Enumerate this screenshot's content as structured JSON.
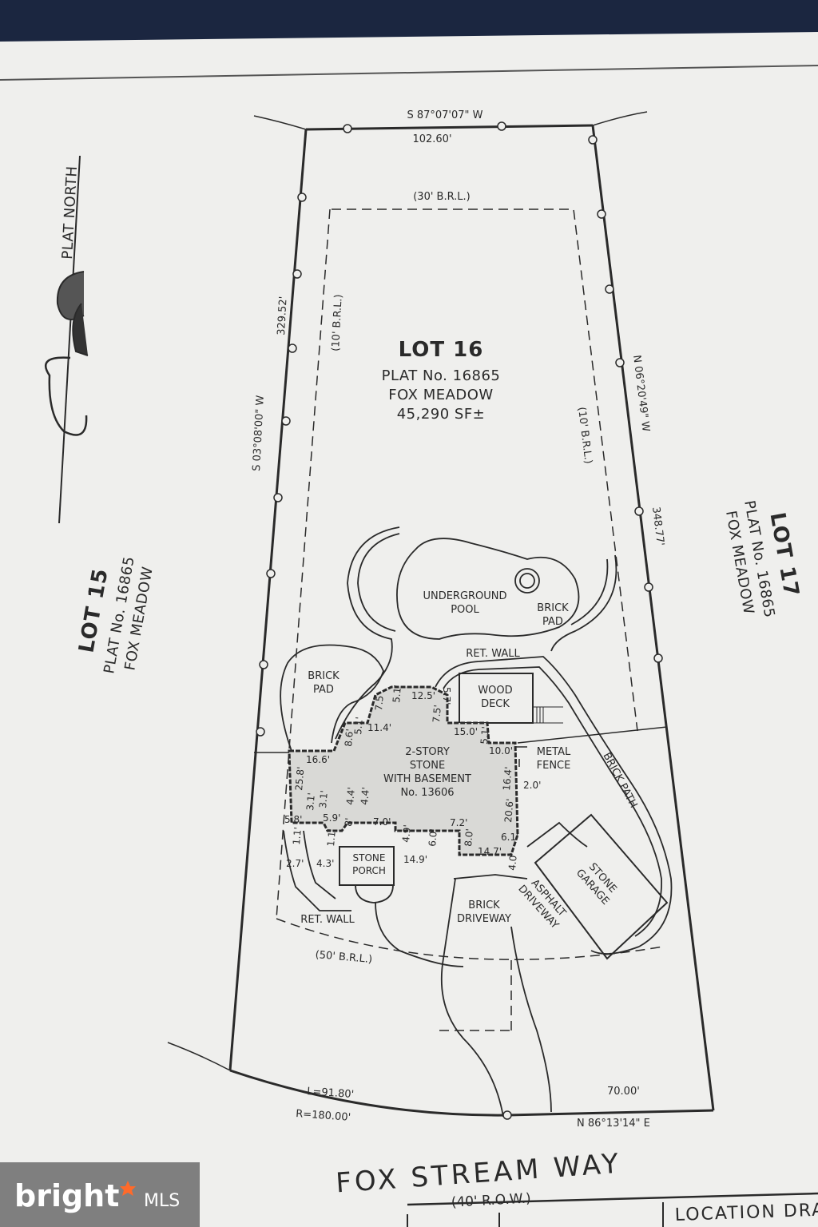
{
  "plat": {
    "north_label": "PLAT NORTH",
    "top_bearing": "S 87°07'07\" W",
    "top_distance": "102.60'",
    "brl_top": "(30' B.R.L.)",
    "brl_left": "(10' B.R.L.)",
    "brl_right": "(10' B.R.L.)",
    "brl_front": "(50' B.R.L.)",
    "left_bearing": "S 03°08'00\" W",
    "left_distance": "329.52'",
    "right_bearing": "N 06°20'49\" W",
    "right_distance": "348.77'",
    "bottom_arc_l": "L=91.80'",
    "bottom_arc_r": "R=180.00'",
    "bottom_distance": "70.00'",
    "bottom_bearing": "N 86°13'14\" E"
  },
  "lot16": {
    "name": "LOT 16",
    "plat": "PLAT No. 16865",
    "subdivision": "FOX MEADOW",
    "area": "45,290 SF±"
  },
  "lot15": {
    "name": "LOT 15",
    "plat": "PLAT No. 16865",
    "subdivision": "FOX MEADOW"
  },
  "lot17": {
    "name": "LOT 17",
    "plat": "PLAT No. 16865",
    "subdivision": "FOX MEADOW"
  },
  "features": {
    "pool": [
      "UNDERGROUND",
      "POOL"
    ],
    "brick_pad_right": [
      "BRICK",
      "PAD"
    ],
    "brick_pad_left": [
      "BRICK",
      "PAD"
    ],
    "ret_wall_top": "RET. WALL",
    "ret_wall_bottom": "RET. WALL",
    "wood_deck": [
      "WOOD",
      "DECK"
    ],
    "metal_fence": [
      "METAL",
      "FENCE"
    ],
    "brick_path": "BRICK PATH",
    "house": [
      "2-STORY",
      "STONE",
      "WITH BASEMENT",
      "No. 13606"
    ],
    "stone_porch": [
      "STONE",
      "PORCH"
    ],
    "brick_driveway": [
      "BRICK",
      "DRIVEWAY"
    ],
    "asphalt_driveway": [
      "ASPHALT",
      "DRIVEWAY"
    ],
    "stone_garage": [
      "STONE",
      "GARAGE"
    ]
  },
  "dims": {
    "d7_5a": "7.5'",
    "d5_1a": "5.1'",
    "d12_5": "12.5'",
    "d5_7": "5.7'",
    "d7_5b": "7.5'",
    "d15_0": "15.0'",
    "d5_1b": "5.1'",
    "d11_4": "11.4'",
    "d8_6": "8.6'",
    "d5_1c": "5.1'",
    "d16_6": "16.6'",
    "d10_0": "10.0'",
    "d25_8": "25.8'",
    "d16_4": "16.4'",
    "d2_0": "2.0'",
    "d3_1a": "3.1'",
    "d3_1b": "3.1'",
    "d4_4a": "4.4'",
    "d4_4b": "4.4'",
    "d20_6": "20.6'",
    "d5_8": "5.8'",
    "d5_9": "5.9'",
    "d7_0": "7.0'",
    "d7_2": "7.2'",
    "d6_1": "6.1'",
    "d1_1a": "1.1'",
    "d1_1b": "1.1'",
    "d4_9": "4.9'",
    "d6_0": "6.0'",
    "d8_0": "8.0'",
    "d2_7": "2.7'",
    "d4_3": "4.3'",
    "d14_9": "14.9'",
    "d14_7": "14.7'",
    "d4_0": "4.0'",
    "d_8": "8'"
  },
  "road": {
    "name": "FOX STREAM WAY",
    "row": "(40' R.O.W.)"
  },
  "footer": {
    "location_label": "LOCATION DRA"
  },
  "watermark": {
    "brand": "bright",
    "suffix": "MLS"
  },
  "colors": {
    "paper": "#efefed",
    "ink": "#2a2a2a",
    "background": "#1b2640"
  }
}
